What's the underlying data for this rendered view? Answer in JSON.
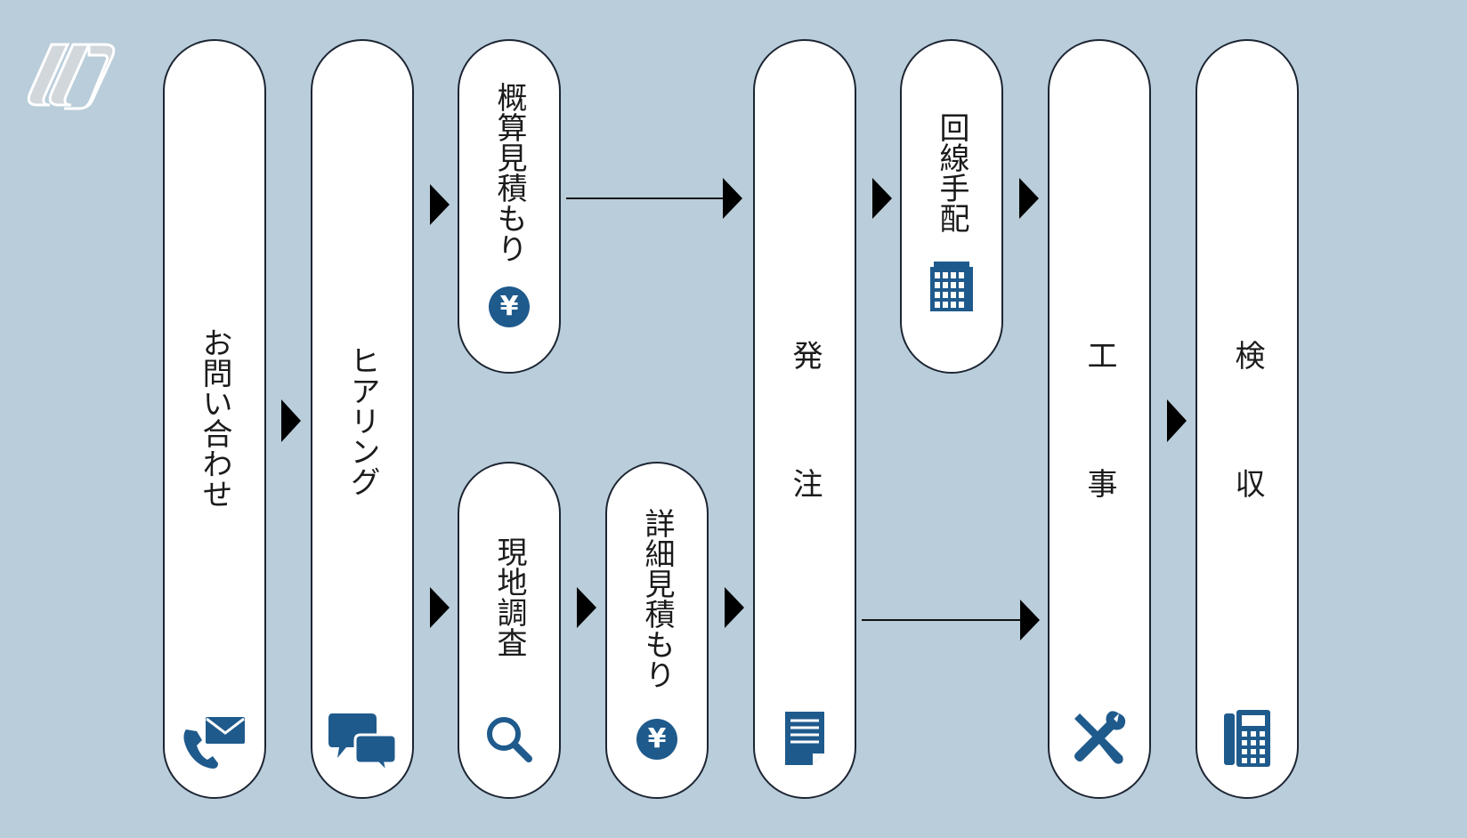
{
  "colors": {
    "background": "#b9cdda",
    "icon": "#1f5a8c",
    "stroke": "#1d2533"
  },
  "steps": {
    "inquiry": {
      "label": "お問い合わせ",
      "icon": "phone-mail-icon"
    },
    "hearing": {
      "label": "ヒアリング",
      "icon": "chat-bubbles-icon"
    },
    "rough_estimate": {
      "label": "概算見積もり",
      "icon": "yen-icon"
    },
    "site_survey": {
      "label": "現地調査",
      "icon": "search-icon"
    },
    "detail_estimate": {
      "label": "詳細見積もり",
      "icon": "yen-icon"
    },
    "order": {
      "label": "発注",
      "icon": "document-icon"
    },
    "line_arrange": {
      "label": "回線手配",
      "icon": "building-icon"
    },
    "construction": {
      "label": "工事",
      "icon": "tools-icon"
    },
    "acceptance": {
      "label": "検収",
      "icon": "calculator-icon"
    }
  },
  "symbols": {
    "yen": "¥"
  }
}
